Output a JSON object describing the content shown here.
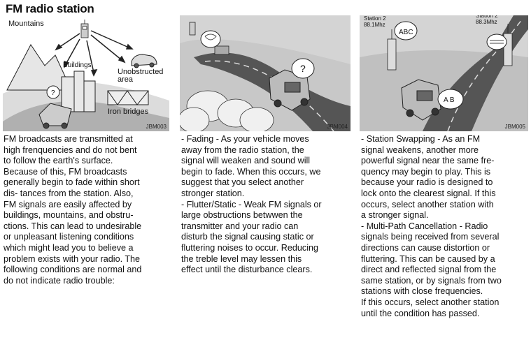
{
  "title": "FM radio station",
  "panel1": {
    "labels": {
      "mountains": "Mountains",
      "buildings": "Buildings",
      "unobstructed": "Unobstructed\narea",
      "iron_bridges": "Iron bridges"
    },
    "code": "JBM003"
  },
  "panel2": {
    "question": "?",
    "code": "JBM004"
  },
  "panel3": {
    "station_left": "Station 2\n88.1Mhz",
    "station_right": "Station 2\n88.3Mhz",
    "bubble_left": "ABC",
    "bubble_car": "A B",
    "code": "JBM005"
  },
  "col1": "FM broadcasts are transmitted at\nhigh frenquencies and do not bent\nto follow the earth's surface.\nBecause of this, FM broadcasts\ngenerally begin to fade within short\ndis- tances from the station. Also,\nFM signals are easily affected by\nbuildings, mountains, and obstru-\nctions. This can lead to undesirable\nor unpleasant listening conditions\nwhich might lead you to believe a\nproblem exists with your radio. The\nfollowing conditions are normal and\ndo not indicate radio trouble:",
  "col2": "- Fading - As your vehicle moves\naway from the radio station, the\nsignal will weaken and sound will\nbegin to fade. When this occurs, we\nsuggest that you select another\nstronger station.\n- Flutter/Static - Weak FM signals or\nlarge obstructions betwwen the\ntransmitter and your radio can\ndisturb the signal causing static or\nfluttering noises to occur. Reducing\nthe treble level may lessen this\neffect until the disturbance clears.",
  "col3": "- Station Swapping - As an FM\nsignal weakens, another more\npowerful signal near the same fre-\nquency may begin to play. This is\nbecause your radio is designed to\nlock onto the clearest signal. If this\noccurs, select another station with\n  a stronger signal.\n- Multi-Path Cancellation - Radio\nsignals being received from several\ndirections can cause distortion or\nfluttering. This can be caused by a\ndirect and reflected signal from the\nsame station, or by signals from two\nstations with close frequencies.\nIf this occurs, select another station\nuntil the condition has passed."
}
